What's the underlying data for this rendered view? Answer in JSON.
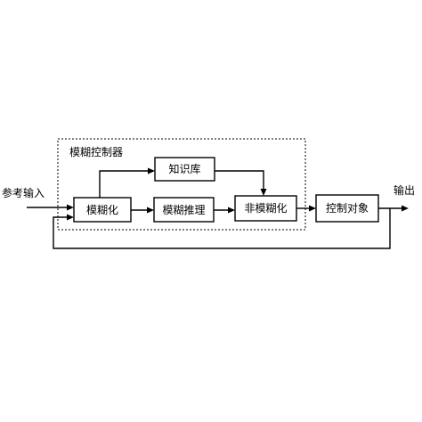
{
  "diagram": {
    "group_label": "模糊控制器",
    "input_label": "参考输入",
    "output_label": "输出",
    "blocks": {
      "fuzzify": "模糊化",
      "knowledge_base": "知识库",
      "inference": "模糊推理",
      "defuzzify": "非模糊化",
      "plant": "控制对象"
    }
  }
}
